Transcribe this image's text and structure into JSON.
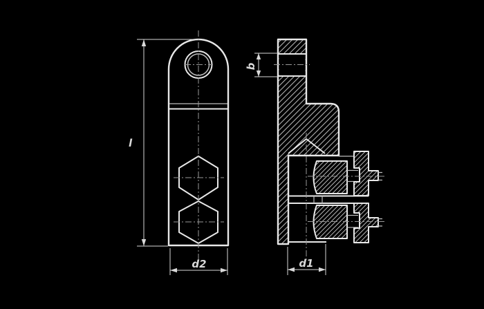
{
  "drawing": {
    "dimension_labels": {
      "overall_length": "l",
      "body_width": "d2",
      "eye_thickness": "b",
      "boss_diameter": "d1"
    },
    "colors": {
      "background": "#000000",
      "outline": "#e8e8e8",
      "hatch": "#b3b3b3",
      "centerline": "#9a9a9a",
      "dimension": "#d9d9d9"
    }
  }
}
